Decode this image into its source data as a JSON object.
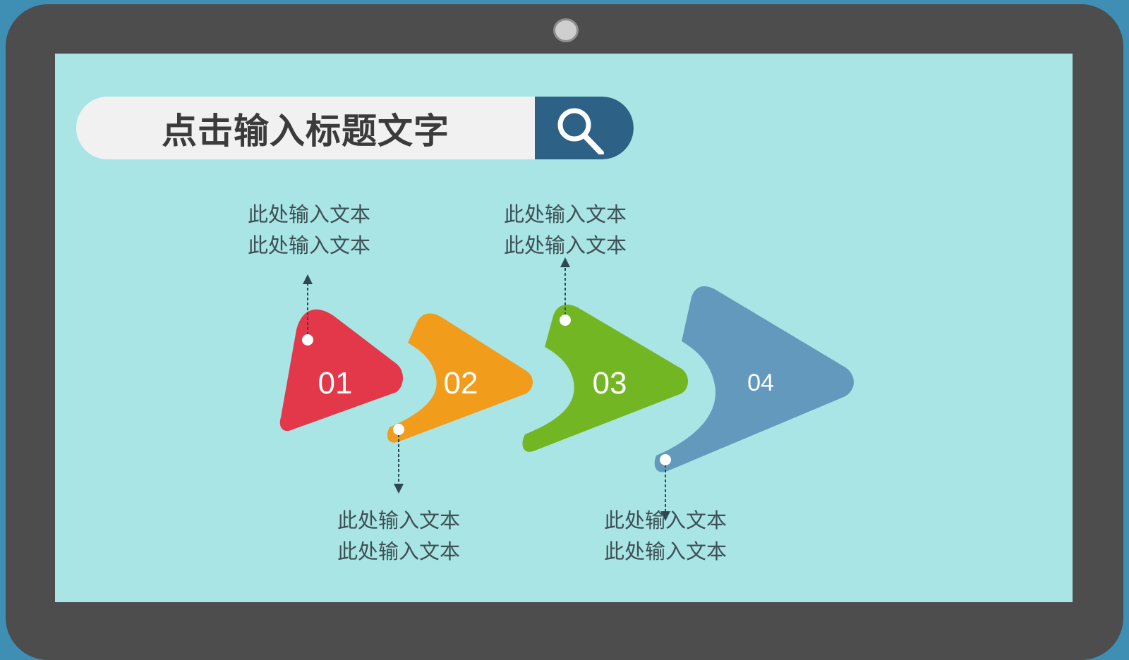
{
  "title": "点击输入标题文字",
  "steps": [
    {
      "number": "01",
      "color": "#e3374a",
      "line1": "此处输入文本",
      "line2": "此处输入文本"
    },
    {
      "number": "02",
      "color": "#f29c1b",
      "line1": "此处输入文本",
      "line2": "此处输入文本"
    },
    {
      "number": "03",
      "color": "#72b723",
      "line1": "此处输入文本",
      "line2": "此处输入文本"
    },
    {
      "number": "04",
      "color": "#6399bc",
      "line1": "此处输入文本",
      "line2": "此处输入文本"
    }
  ],
  "colors": {
    "frame": "#4d4d4d",
    "screen": "#a8e5e4",
    "search_button": "#2d6186",
    "connector": "#2f4750"
  },
  "icons": {
    "search": "search-icon",
    "camera": "camera-dot"
  }
}
